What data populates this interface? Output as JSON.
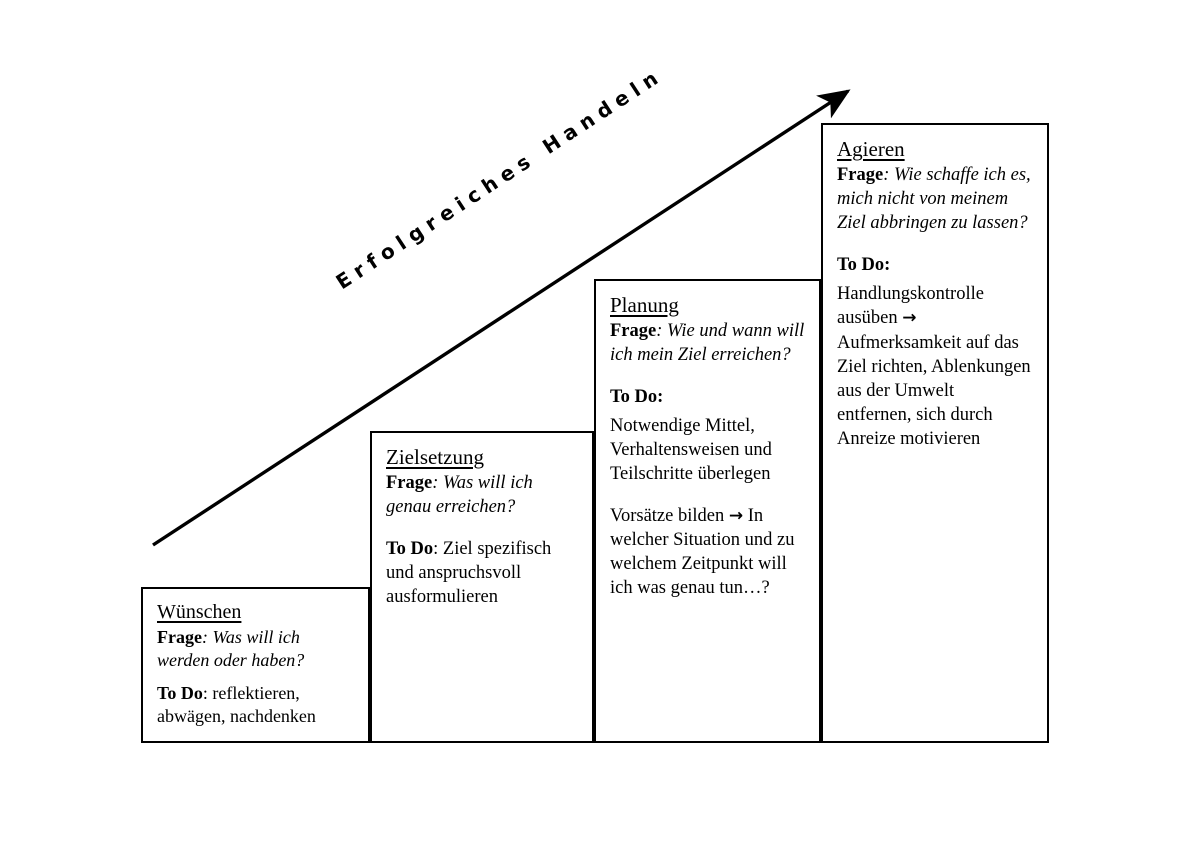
{
  "diagram": {
    "title": "Erfolgreiches Handeln",
    "arrow": {
      "label": "Erfolgreiches Handeln",
      "direction": "up-right",
      "tail": "153,545",
      "tip": "855,85"
    },
    "labels": {
      "frage": "Frage",
      "todo": "To Do",
      "colon": ": ",
      "rightarrow": "→"
    },
    "steps": [
      {
        "id": "wuenschen",
        "order": 1,
        "title": "Wünschen",
        "frage_label": "Frage",
        "frage_text": ": Was will ich werden oder haben?",
        "todo_label": "To Do",
        "todo_text": ": reflektieren, abwägen, nachdenken"
      },
      {
        "id": "zielsetzung",
        "order": 2,
        "title": "Zielsetzung",
        "frage_label": "Frage",
        "frage_text": ": Was will ich genau erreichen?",
        "todo_label": "To Do",
        "todo_text": ": Ziel spezifisch und anspruchsvoll ausformulieren"
      },
      {
        "id": "planung",
        "order": 3,
        "title": "Planung",
        "frage_label": "Frage",
        "frage_text": ": Wie und wann will ich mein Ziel erreichen?",
        "todo_label": "To Do",
        "todo_text_1": "Notwendige Mittel, Verhaltensweisen und Teilschritte überlegen",
        "todo_text_2a": "Vorsätze bilden ",
        "todo_text_2arrow": "→",
        "todo_text_2b": " In welcher Situation und zu welchem Zeitpunkt will ich was genau tun…?"
      },
      {
        "id": "agieren",
        "order": 4,
        "title": "Agieren",
        "frage_label": "Frage",
        "frage_text": ": Wie schaffe ich es, mich nicht von meinem Ziel abbringen zu lassen?",
        "todo_label": "To Do",
        "todo_text_a": "Handlungskontrolle ausüben ",
        "todo_arrow": "→",
        "todo_text_b": " Aufmerksamkeit auf das Ziel richten, Ablenkungen aus der Umwelt entfernen, sich durch Anreize motivieren"
      }
    ]
  },
  "colors": {
    "background": "#ffffff",
    "stroke": "#000000",
    "text": "#000000"
  }
}
